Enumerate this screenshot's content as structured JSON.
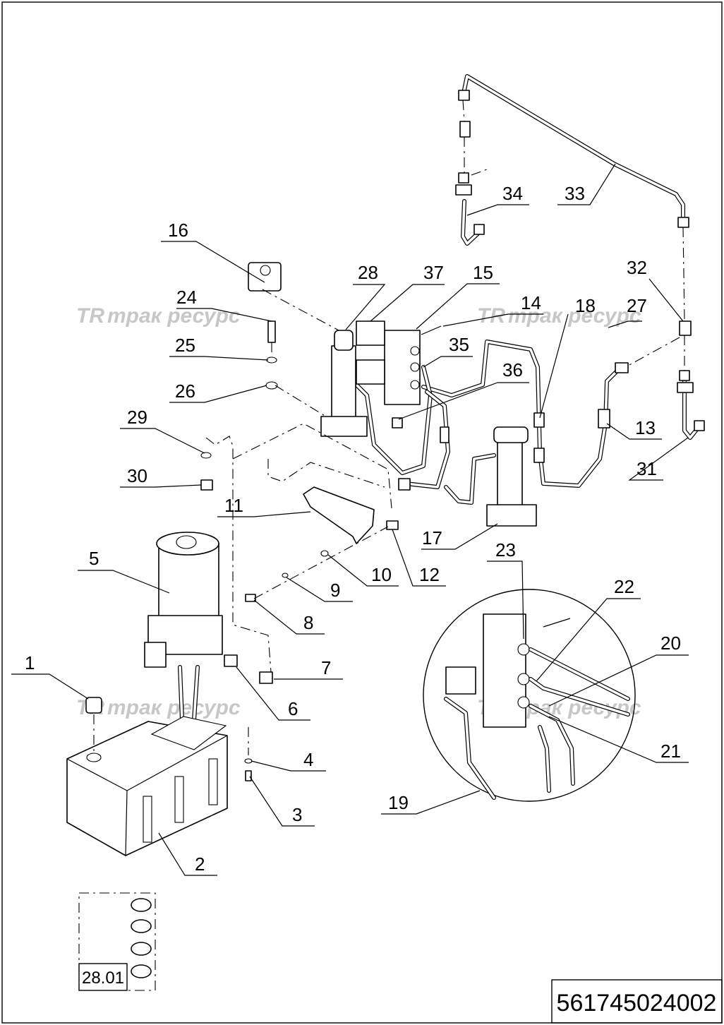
{
  "drawing": {
    "code": "561745024002",
    "kit_label": "28.01",
    "watermark": "трак ресурс",
    "watermark_mark": "TR"
  },
  "callouts": [
    "1",
    "2",
    "3",
    "4",
    "5",
    "6",
    "7",
    "8",
    "9",
    "10",
    "11",
    "12",
    "13",
    "14",
    "15",
    "16",
    "17",
    "18",
    "19",
    "20",
    "21",
    "22",
    "23",
    "24",
    "25",
    "26",
    "27",
    "28",
    "29",
    "30",
    "31",
    "32",
    "33",
    "34",
    "35",
    "36",
    "37"
  ]
}
